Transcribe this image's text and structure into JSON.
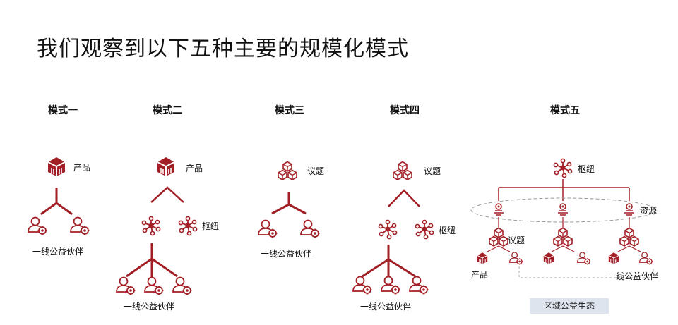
{
  "title": "我们观察到以下五种主要的规模化模式",
  "modes": [
    {
      "title": "模式一",
      "top_label": "产品",
      "bottom_label": "一线公益伙伴"
    },
    {
      "title": "模式二",
      "top_label": "产品",
      "hub_label": "枢纽",
      "bottom_label": "一线公益伙伴"
    },
    {
      "title": "模式三",
      "top_label": "议题",
      "bottom_label": "一线公益伙伴"
    },
    {
      "title": "模式四",
      "top_label": "议题",
      "hub_label": "枢纽",
      "bottom_label": "一线公益伙伴"
    },
    {
      "title": "模式五",
      "top_label": "枢纽",
      "resource_label": "资源",
      "issue_label": "议题",
      "product_label": "产品",
      "partner_label": "一线公益伙伴",
      "ecosystem_label": "区域公益生态"
    }
  ],
  "colors": {
    "accent": "#a31f26",
    "ecosystem_bg": "#dde4ee"
  },
  "icons": [
    "product-box-icon",
    "issue-cubes-icon",
    "hub-network-icon",
    "partner-gear-icon",
    "resource-icon"
  ]
}
